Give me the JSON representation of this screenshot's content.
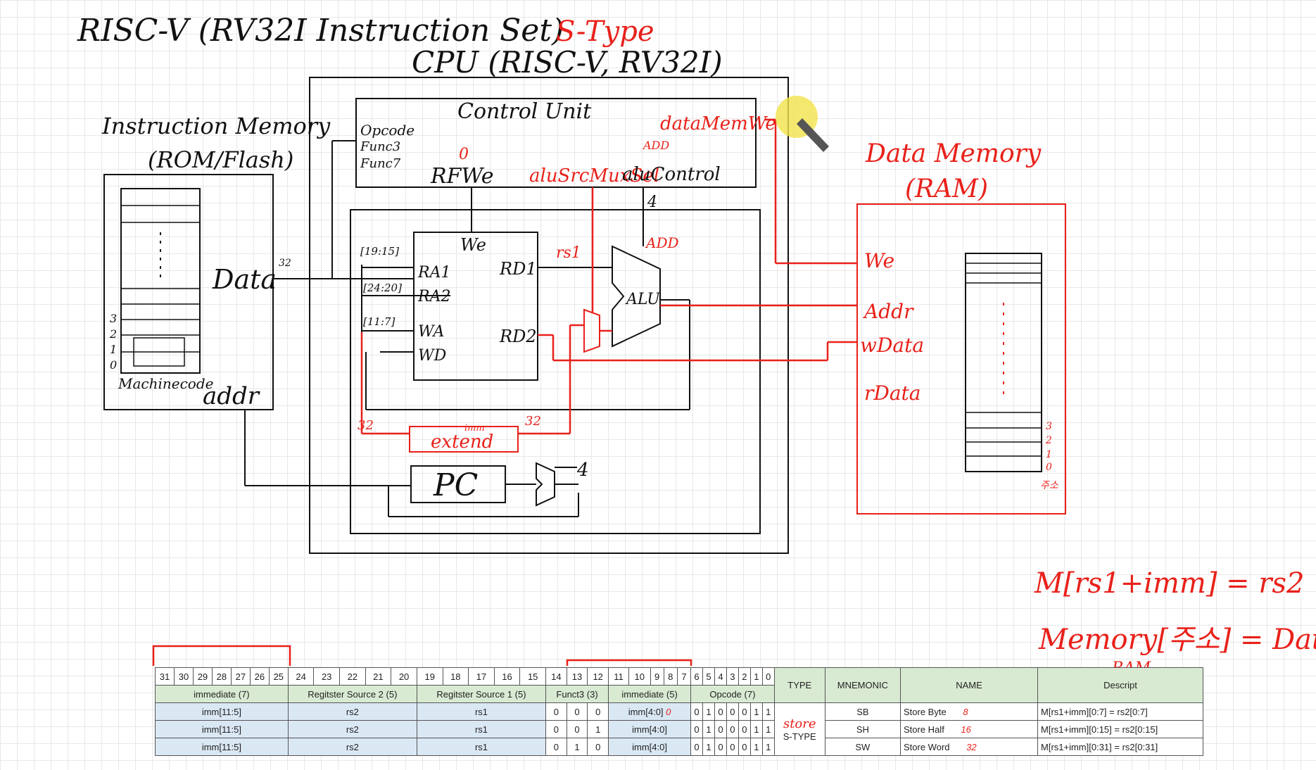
{
  "title": {
    "main": "RISC-V (RV32I Instruction Set)",
    "type": "S-Type",
    "cpu": "CPU (RISC-V, RV32I)"
  },
  "instruction_memory": {
    "label1": "Instruction Memory",
    "label2": "(ROM/Flash)",
    "data": "Data",
    "addr": "addr",
    "machinecode": "Machinecode",
    "addr_marks": [
      "3",
      "2",
      "1",
      "0"
    ],
    "bus_width": "32"
  },
  "control_unit": {
    "label": "Control Unit",
    "inputs": [
      "Opcode",
      "Func3",
      "Func7"
    ],
    "rfwe": "RFWe",
    "rfwe_val": "0",
    "alusrcmux": "aluSrcMuxSel",
    "alucontrol": "aluControl",
    "add": "ADD",
    "datamemwe": "dataMemWe",
    "alu_ctrl_width": "4"
  },
  "register_file": {
    "we": "We",
    "ra1": "RA1",
    "ra2": "RA2",
    "wa": "WA",
    "wd": "WD",
    "rd1": "RD1",
    "rd2": "RD2",
    "ra1_bits": "[19:15]",
    "ra2_bits": "[24:20]",
    "wa_bits": "[11:7]",
    "rs1": "rs1"
  },
  "datapath": {
    "alu": "ALU",
    "alu_add": "ADD",
    "extend": "extend",
    "imm": "imm",
    "pc": "PC",
    "plus4": "4",
    "width32a": "32",
    "width32b": "32"
  },
  "data_memory": {
    "label1": "Data Memory",
    "label2": "(RAM)",
    "we": "We",
    "addr": "Addr",
    "wdata": "wData",
    "rdata": "rData",
    "addr_marks": [
      "3",
      "2",
      "1",
      "0"
    ],
    "address": "주소"
  },
  "notes": {
    "eq1": "M[rs1+imm] = rs2",
    "eq2_a": "Memory[주소] = Data",
    "ram": "RAM"
  },
  "table": {
    "bits": [
      "31",
      "30",
      "29",
      "28",
      "27",
      "26",
      "25",
      "24",
      "23",
      "22",
      "21",
      "20",
      "19",
      "18",
      "17",
      "16",
      "15",
      "14",
      "13",
      "12",
      "11",
      "10",
      "9",
      "8",
      "7",
      "6",
      "5",
      "4",
      "3",
      "2",
      "1",
      "0"
    ],
    "fields": [
      "immediate (7)",
      "Regitster Source 2 (5)",
      "Regitster Source 1 (5)",
      "Funct3 (3)",
      "immediate (5)",
      "Opcode (7)"
    ],
    "right_headers": [
      "TYPE",
      "MNEMONIC",
      "NAME",
      "Descript"
    ],
    "type_value": "S-TYPE",
    "store_note": "store",
    "imm_note": "0",
    "rows": [
      {
        "imm": "imm[11:5]",
        "rs2": "rs2",
        "rs1": "rs1",
        "f3": [
          "0",
          "0",
          "0"
        ],
        "imm5": "imm[4:0]",
        "opcode": [
          "0",
          "1",
          "0",
          "0",
          "0",
          "1",
          "1"
        ],
        "mnemonic": "SB",
        "name": "Store Byte",
        "bits_note": "8",
        "desc": "M[rs1+imm][0:7] = rs2[0:7]"
      },
      {
        "imm": "imm[11:5]",
        "rs2": "rs2",
        "rs1": "rs1",
        "f3": [
          "0",
          "0",
          "1"
        ],
        "imm5": "imm[4:0]",
        "opcode": [
          "0",
          "1",
          "0",
          "0",
          "0",
          "1",
          "1"
        ],
        "mnemonic": "SH",
        "name": "Store Half",
        "bits_note": "16",
        "desc": "M[rs1+imm][0:15] = rs2[0:15]"
      },
      {
        "imm": "imm[11:5]",
        "rs2": "rs2",
        "rs1": "rs1",
        "f3": [
          "0",
          "1",
          "0"
        ],
        "imm5": "imm[4:0]",
        "opcode": [
          "0",
          "1",
          "0",
          "0",
          "0",
          "1",
          "1"
        ],
        "mnemonic": "SW",
        "name": "Store Word",
        "bits_note": "32",
        "desc": "M[rs1+imm][0:31] = rs2[0:31]"
      }
    ]
  },
  "colors": {
    "ink": "#111111",
    "red": "#e8211a",
    "highlight": "#f3e24a"
  }
}
